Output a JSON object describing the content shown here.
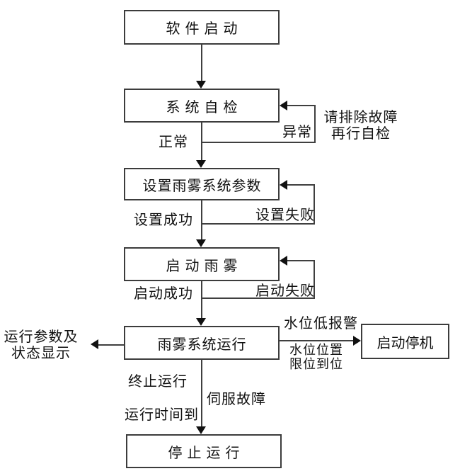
{
  "flowchart": {
    "nodes": {
      "software_start": "软件启动",
      "system_self_check": "系统自检",
      "set_rainfog_params": "设置雨雾系统参数",
      "start_rainfog": "启动雨雾",
      "rainfog_running": "雨雾系统运行",
      "start_shutdown": "启动停机",
      "stop_running": "停止运行"
    },
    "labels": {
      "normal": "正常",
      "abnormal": "异常",
      "clear_fault_line1": "请排除故障",
      "clear_fault_line2": "再行自检",
      "set_success": "设置成功",
      "set_fail": "设置失败",
      "start_success": "启动成功",
      "start_fail": "启动失败",
      "display_line1": "运行参数及",
      "display_line2": "状态显示",
      "water_low_alarm": "水位低报警",
      "water_pos_line1": "水位位置",
      "water_pos_line2": "限位到位",
      "terminate_run": "终止运行",
      "run_time_up": "运行时间到",
      "servo_fault": "伺服故障"
    },
    "colors": {
      "line": "#3f3f3f",
      "arrow": "#111111",
      "text": "#111111",
      "background": "#ffffff"
    }
  }
}
